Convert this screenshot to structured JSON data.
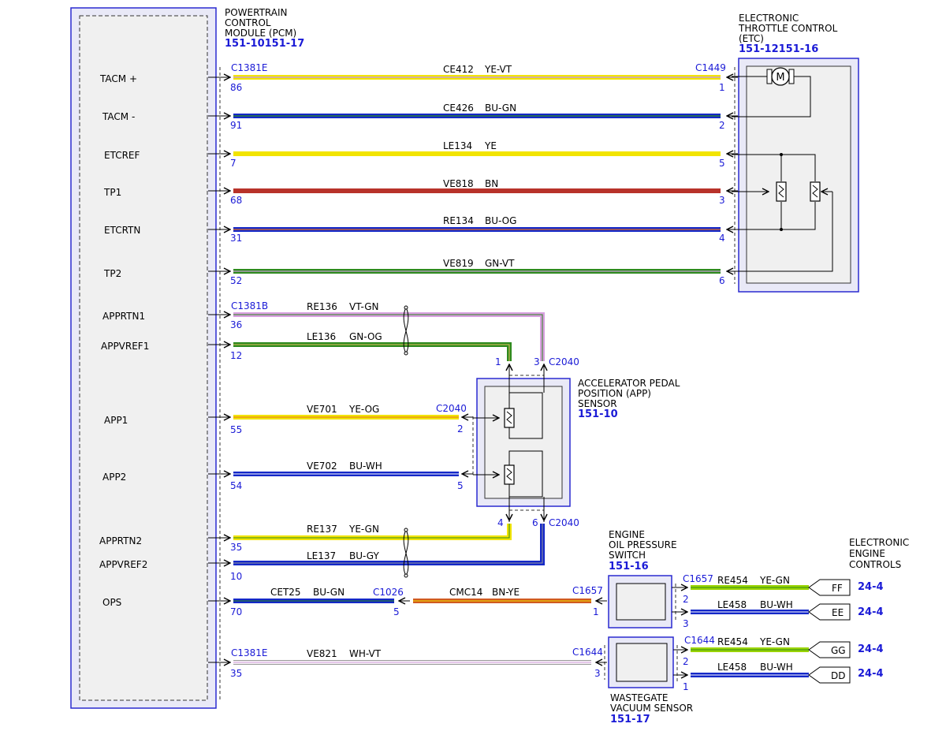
{
  "modules": {
    "pcm": {
      "name_lines": [
        "POWERTRAIN",
        "CONTROL",
        "MODULE (PCM)"
      ],
      "ref": "151-10151-17"
    },
    "etc": {
      "name_lines": [
        "ELECTRONIC",
        "THROTTLE CONTROL",
        "(ETC)"
      ],
      "ref": "151-12151-16",
      "motor_label": "M"
    },
    "app": {
      "name_lines": [
        "ACCELERATOR PEDAL",
        "POSITION (APP)",
        "SENSOR"
      ],
      "ref": "151-10"
    },
    "ops": {
      "name_lines": [
        "ENGINE",
        "OIL PRESSURE",
        "SWITCH"
      ],
      "ref": "151-16"
    },
    "wgv": {
      "name_lines": [
        "WASTEGATE",
        "VACUUM SENSOR"
      ],
      "ref": "151-17"
    },
    "eec": {
      "name_lines": [
        "ELECTRONIC",
        "ENGINE",
        "CONTROLS"
      ]
    }
  },
  "pcm_pins": {
    "tacm_plus": "TACM +",
    "tacm_minus": "TACM -",
    "etcref": "ETCREF",
    "tp1": "TP1",
    "etcrtn": "ETCRTN",
    "tp2": "TP2",
    "apprtn1": "APPRTN1",
    "appvref1": "APPVREF1",
    "app1": "APP1",
    "app2": "APP2",
    "apprtn2": "APPRTN2",
    "appvref2": "APPVREF2",
    "ops": "OPS"
  },
  "connectors": {
    "c1381e": "C1381E",
    "c1381b": "C1381B",
    "c1449": "C1449",
    "c2040": "C2040",
    "c1026": "C1026",
    "c1657": "C1657",
    "c1644": "C1644"
  },
  "circuits": {
    "ce412": {
      "id": "CE412",
      "color": "YE-VT",
      "pcm_pin": "86",
      "far_pin": "1"
    },
    "ce426": {
      "id": "CE426",
      "color": "BU-GN",
      "pcm_pin": "91",
      "far_pin": "2"
    },
    "le134": {
      "id": "LE134",
      "color": "YE",
      "pcm_pin": "7",
      "far_pin": "5"
    },
    "ve818": {
      "id": "VE818",
      "color": "BN",
      "pcm_pin": "68",
      "far_pin": "3"
    },
    "re134": {
      "id": "RE134",
      "color": "BU-OG",
      "pcm_pin": "31",
      "far_pin": "4"
    },
    "ve819": {
      "id": "VE819",
      "color": "GN-VT",
      "pcm_pin": "52",
      "far_pin": "6"
    },
    "re136": {
      "id": "RE136",
      "color": "VT-GN",
      "pcm_pin": "36",
      "far_pin": "3"
    },
    "le136": {
      "id": "LE136",
      "color": "GN-OG",
      "pcm_pin": "12",
      "far_pin": "1"
    },
    "ve701": {
      "id": "VE701",
      "color": "YE-OG",
      "pcm_pin": "55",
      "far_pin": "2"
    },
    "ve702": {
      "id": "VE702",
      "color": "BU-WH",
      "pcm_pin": "54",
      "far_pin": "5"
    },
    "re137": {
      "id": "RE137",
      "color": "YE-GN",
      "pcm_pin": "35",
      "far_pin": "4"
    },
    "le137": {
      "id": "LE137",
      "color": "BU-GY",
      "pcm_pin": "10",
      "far_pin": "6"
    },
    "cet25": {
      "id": "CET25",
      "color": "BU-GN",
      "pcm_pin": "70",
      "far_pin": "5"
    },
    "cmc14": {
      "id": "CMC14",
      "color": "BN-YE",
      "far_pin": "1"
    },
    "ve821": {
      "id": "VE821",
      "color": "WH-VT",
      "pcm_pin": "35",
      "far_pin": "3"
    },
    "re454_ops": {
      "id": "RE454",
      "color": "YE-GN",
      "pin": "2"
    },
    "le458_ops": {
      "id": "LE458",
      "color": "BU-WH",
      "pin": "3"
    },
    "re454_wgv": {
      "id": "RE454",
      "color": "YE-GN",
      "pin": "2"
    },
    "le458_wgv": {
      "id": "LE458",
      "color": "BU-WH",
      "pin": "1"
    }
  },
  "offpage": {
    "ff": {
      "label": "FF",
      "ref": "24-4"
    },
    "ee": {
      "label": "EE",
      "ref": "24-4"
    },
    "gg": {
      "label": "GG",
      "ref": "24-4"
    },
    "dd": {
      "label": "DD",
      "ref": "24-4"
    }
  },
  "colors": {
    "text": "#000000",
    "blue_text": "#1a1ad6",
    "module_border": "#2a2ad0",
    "module_fill": "#e9e9f7",
    "inner_fill": "#f0f0f0",
    "wire_yellow": "#f2e400",
    "wire_blue": "#1428c8",
    "wire_brown": "#b8322a",
    "wire_green": "#2e8a1e",
    "wire_violet": "#d8a0e0",
    "wire_orange": "#e87020",
    "wire_white": "#f4f0f4",
    "wire_gray": "#9a9a9a",
    "wire_limegreen": "#9ad400"
  }
}
